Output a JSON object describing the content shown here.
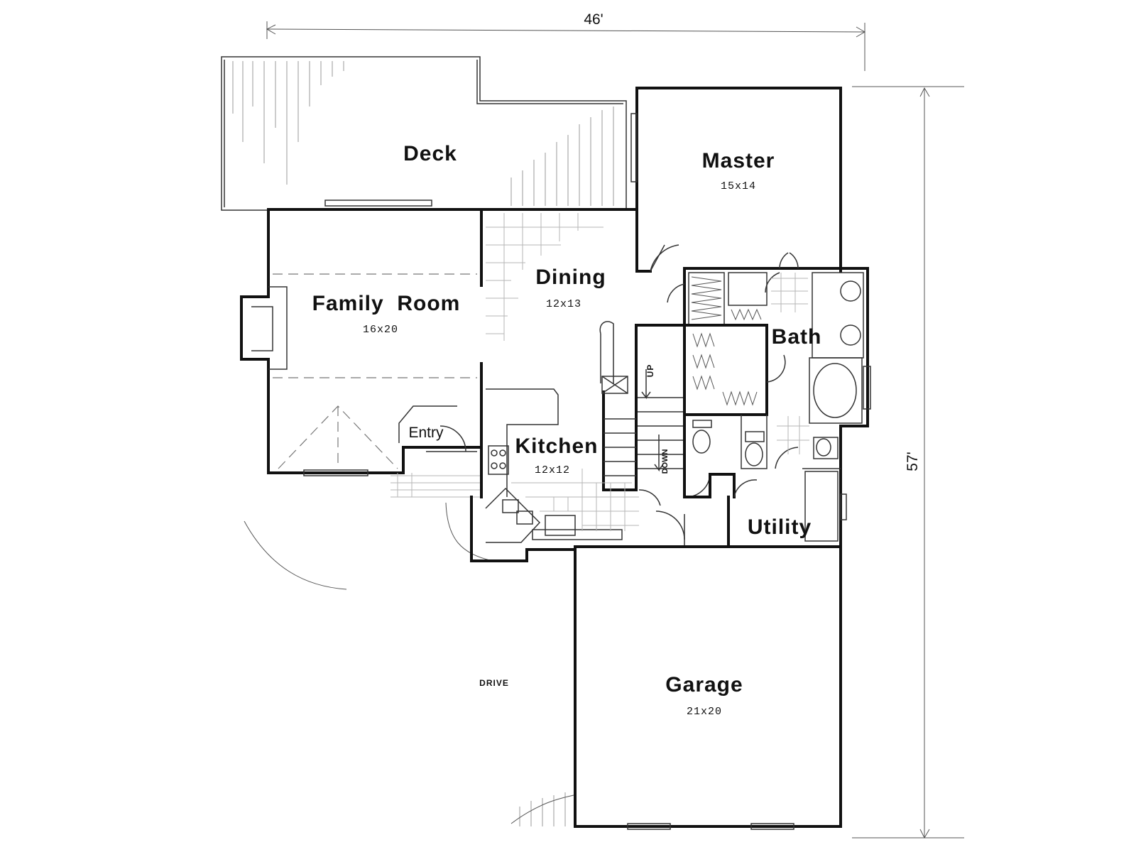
{
  "plan": {
    "rooms": [
      {
        "key": "deck",
        "name": "Deck"
      },
      {
        "key": "master",
        "name": "Master",
        "size": "15x14"
      },
      {
        "key": "dining",
        "name": "Dining",
        "size": "12x13"
      },
      {
        "key": "family",
        "name": "Family  Room",
        "size": "16x20"
      },
      {
        "key": "bath",
        "name": "Bath"
      },
      {
        "key": "entry",
        "name": "Entry"
      },
      {
        "key": "kitchen",
        "name": "Kitchen",
        "size": "12x12"
      },
      {
        "key": "utility",
        "name": "Utility"
      },
      {
        "key": "garage",
        "name": "Garage",
        "size": "21x20"
      }
    ],
    "labels": {
      "drive": "DRIVE",
      "stair_up": "UP",
      "stair_down": "DOWN"
    },
    "dimensions": {
      "width": "46'",
      "depth": "57'"
    }
  }
}
